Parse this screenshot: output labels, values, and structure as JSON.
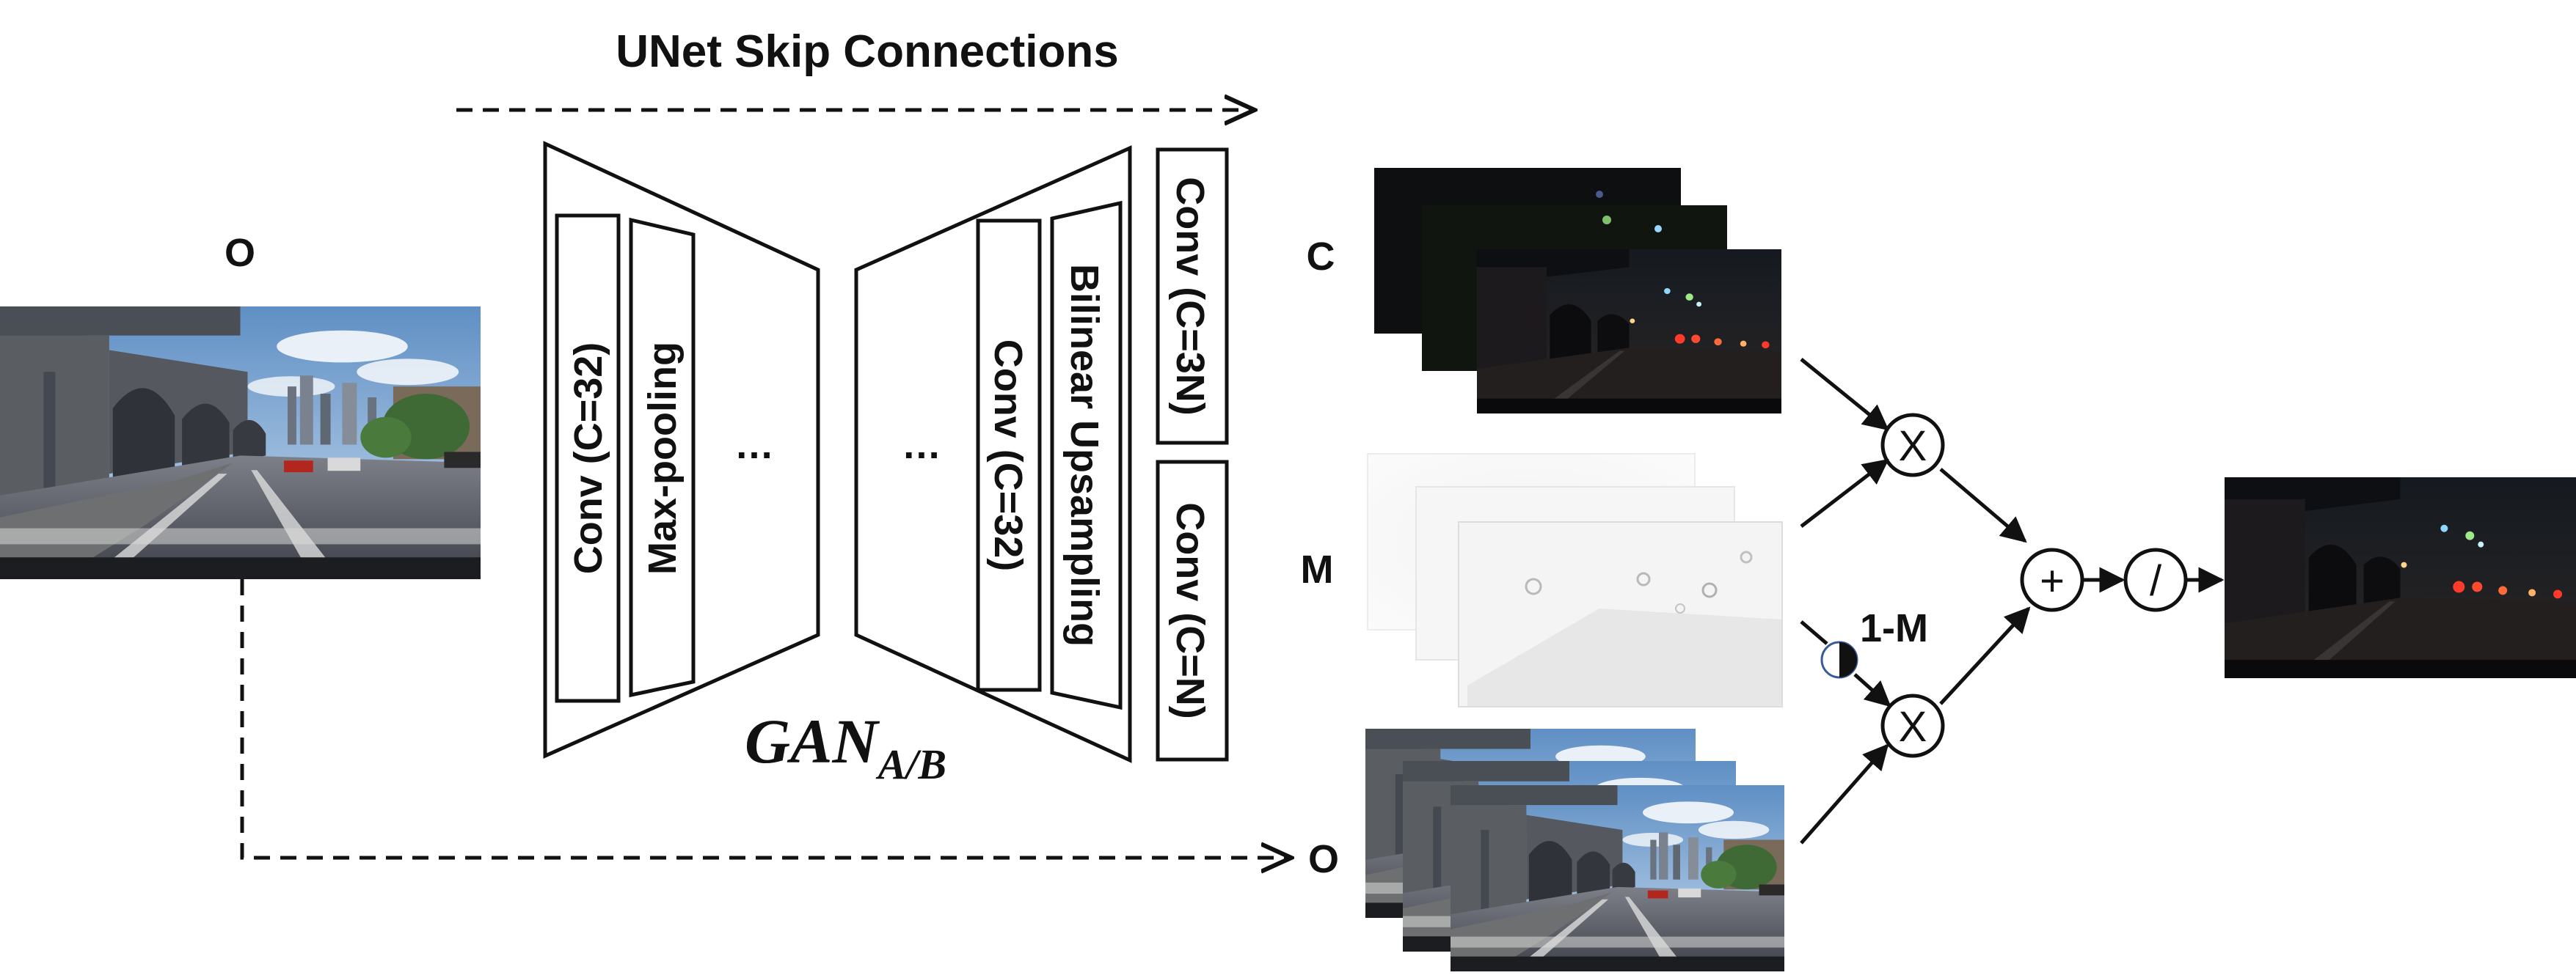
{
  "title": "UNet Skip Connections",
  "input_label": "O",
  "encoder": {
    "layers": [
      "Conv (C=32)",
      "Max-pooling"
    ],
    "ellipsis": "…"
  },
  "decoder": {
    "ellipsis": "…",
    "layers": [
      "Conv (C=32)",
      "Bilinear Upsampling"
    ]
  },
  "heads": [
    "Conv (C=3N)",
    "Conv (C=N)"
  ],
  "gan_label": {
    "main": "GAN",
    "sub": "A/B"
  },
  "stack_labels": {
    "c": "C",
    "m": "M",
    "o": "O"
  },
  "invert_label": "1-M",
  "operators": {
    "multiply": "X",
    "add": "+",
    "divide": "/"
  },
  "colors": {
    "stroke": "#111111",
    "background": "#ffffff"
  }
}
